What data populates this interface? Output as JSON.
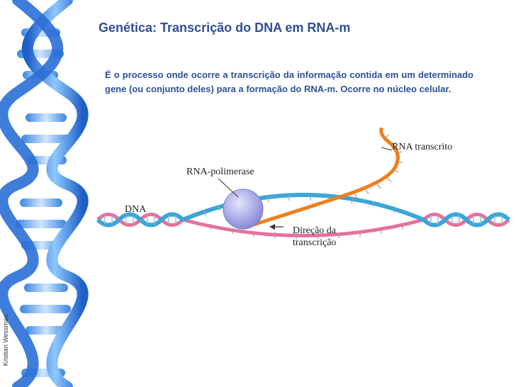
{
  "slide": {
    "title": "Genética: Transcrição do DNA em RNA-m",
    "body": "É o processo onde ocorre a transcrição da informação contida em um determinado gene (ou conjunto deles) para a formação do RNA-m. Ocorre no núcleo celular.",
    "credit": "Kristian Wessman"
  },
  "diagram": {
    "labels": {
      "rna_transcrito": "RNA transcrito",
      "rna_polimerase": "RNA-polimerase",
      "dna": "DNA",
      "direcao_line1": "Direção da",
      "direcao_line2": "transcrição"
    }
  },
  "colors": {
    "title": "#2e4f96",
    "dna_blue": "#3aa6d8",
    "dna_pink": "#e6709e",
    "rna_orange": "#f07e1e",
    "polymerase": "#9a9ae0"
  }
}
